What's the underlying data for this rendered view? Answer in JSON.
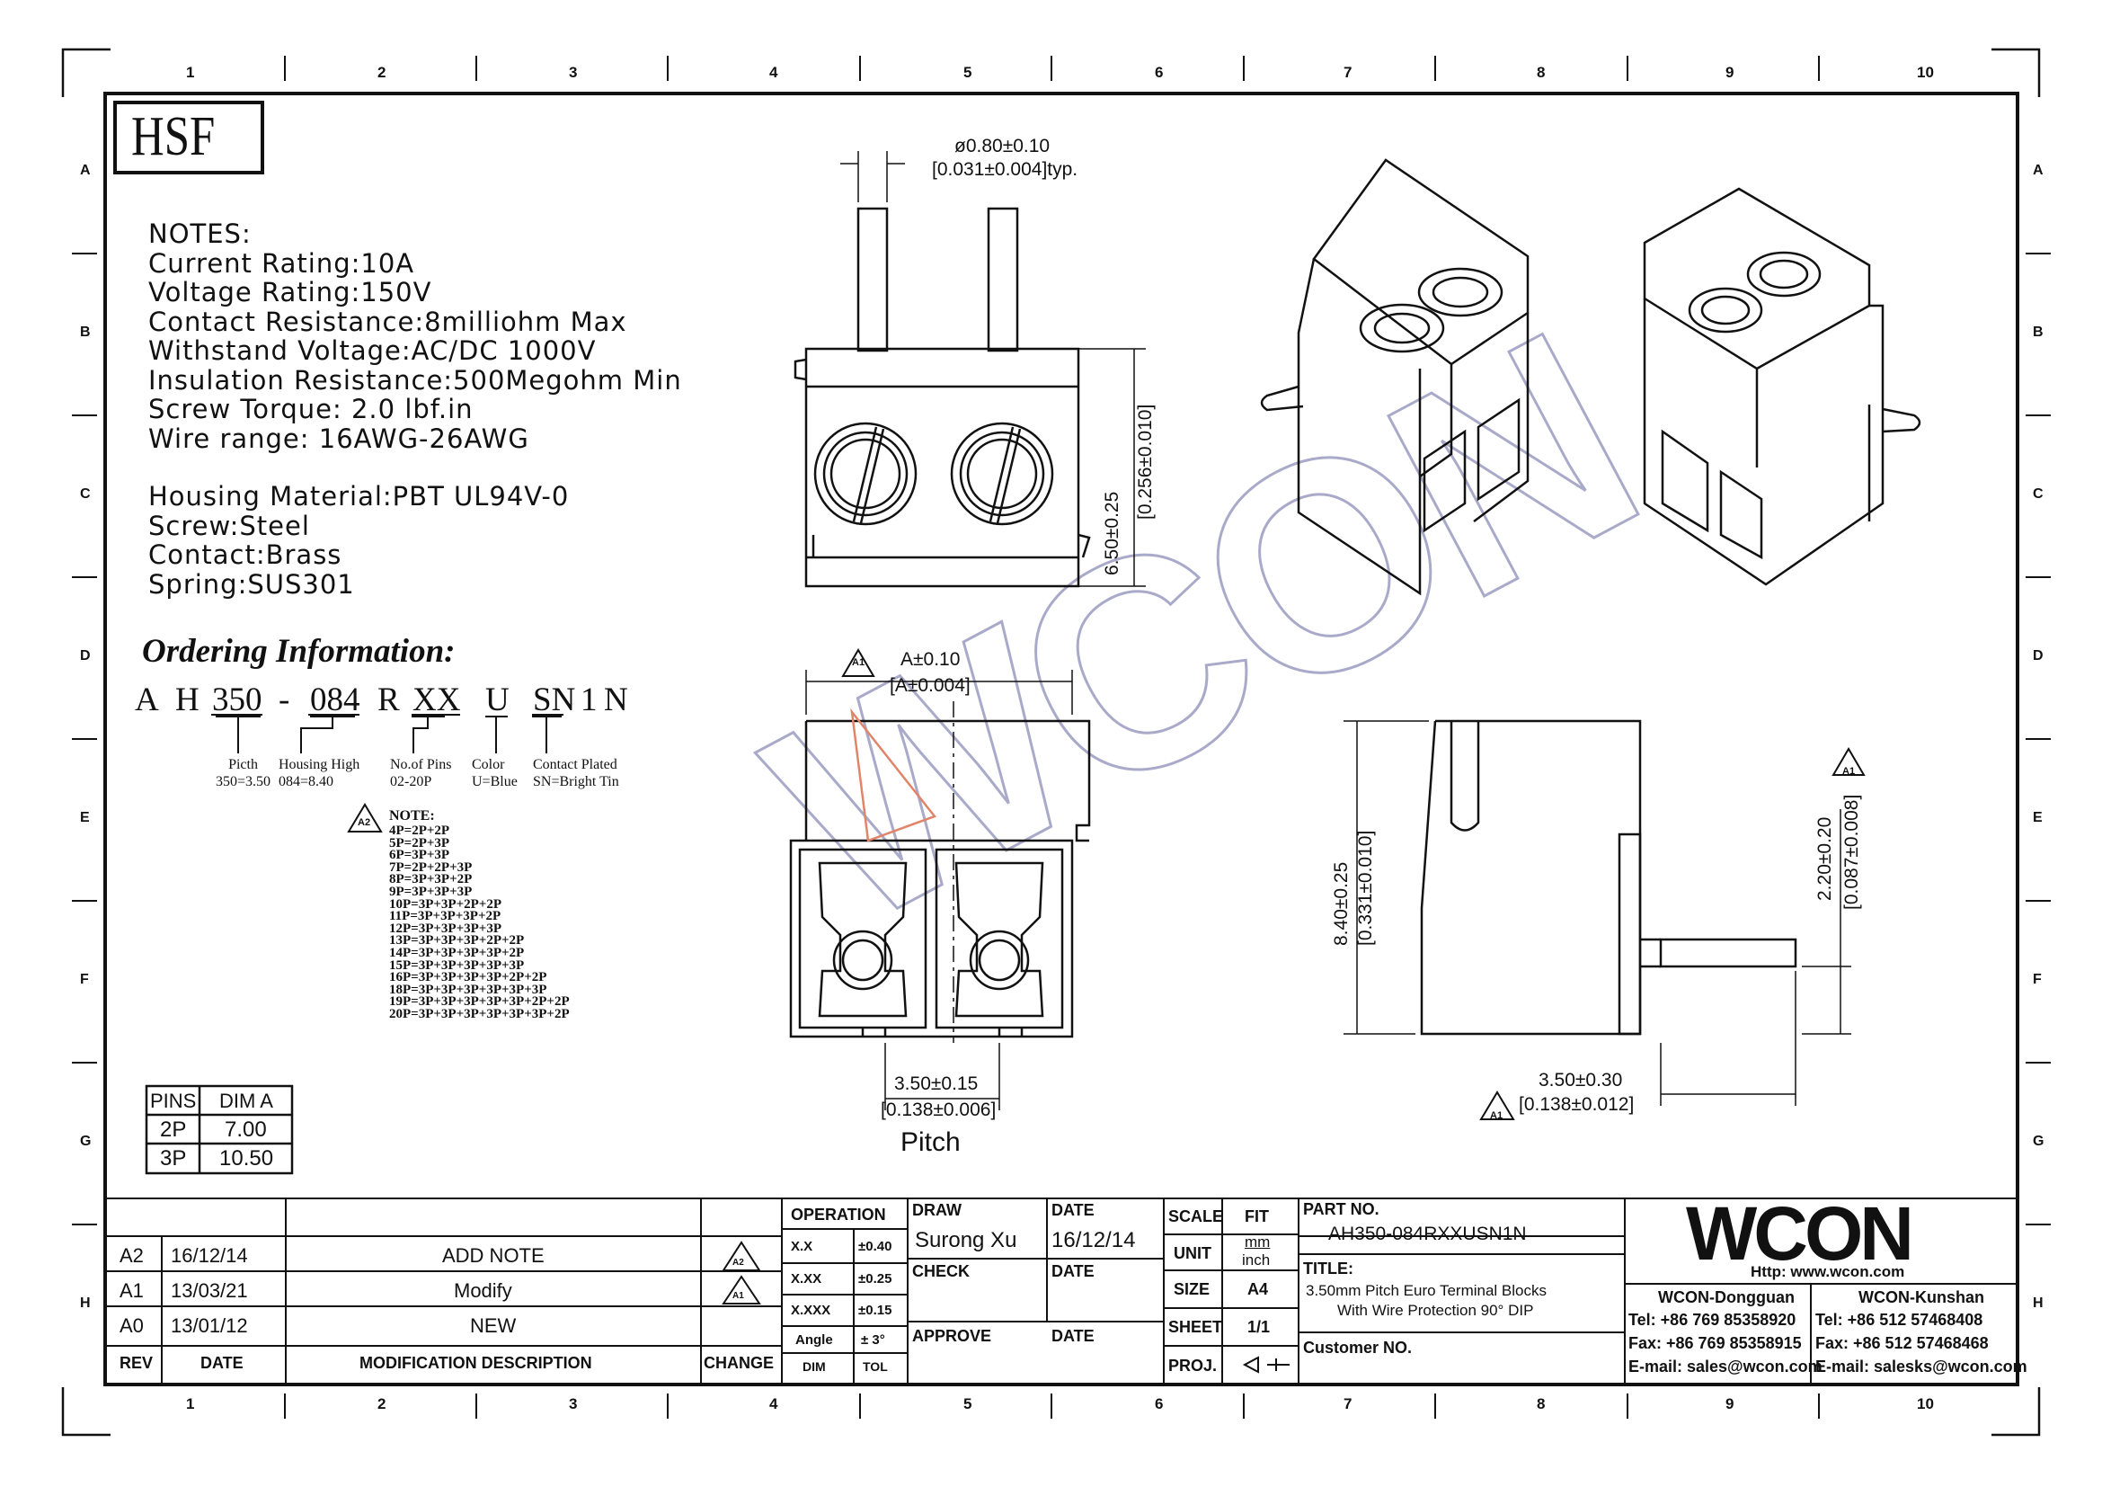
{
  "logo": "HSF",
  "grid": {
    "columns": [
      "1",
      "2",
      "3",
      "4",
      "5",
      "6",
      "7",
      "8",
      "9",
      "10"
    ],
    "rows": [
      "A",
      "B",
      "C",
      "D",
      "E",
      "F",
      "G",
      "H"
    ]
  },
  "notes": {
    "heading": "NOTES:",
    "lines": [
      "Current Rating:10A",
      "Voltage Rating:150V",
      "Contact Resistance:8milliohm Max",
      "Withstand Voltage:AC/DC 1000V",
      "Insulation Resistance:500Megohm Min",
      "Screw Torque: 2.0 lbf.in",
      "Wire range: 16AWG-26AWG"
    ],
    "materials": [
      "Housing Material:PBT UL94V-0",
      "Screw:Steel",
      "Contact:Brass",
      "Spring:SUS301"
    ]
  },
  "ordering": {
    "title": "Ordering Information:",
    "code": [
      "A",
      "H",
      "350",
      "-",
      "084",
      "R",
      "XX",
      "U",
      "SN",
      "1",
      "N"
    ],
    "legend": [
      {
        "label": "Picth",
        "value": "350=3.50"
      },
      {
        "label": "Housing High",
        "value": "084=8.40"
      },
      {
        "label": "No.of Pins",
        "value": "02-20P"
      },
      {
        "label": "Color",
        "value": "U=Blue"
      },
      {
        "label": "Contact Plated",
        "value": "SN=Bright Tin"
      }
    ],
    "note_rev": "A2",
    "note_title": "NOTE:",
    "pin_notes": [
      "4P=2P+2P",
      "5P=2P+3P",
      "6P=3P+3P",
      "7P=2P+2P+3P",
      "8P=3P+3P+2P",
      "9P=3P+3P+3P",
      "10P=3P+3P+2P+2P",
      "11P=3P+3P+3P+2P",
      "12P=3P+3P+3P+3P",
      "13P=3P+3P+3P+2P+2P",
      "14P=3P+3P+3P+3P+2P",
      "15P=3P+3P+3P+3P+3P",
      "16P=3P+3P+3P+3P+2P+2P",
      "18P=3P+3P+3P+3P+3P+3P",
      "19P=3P+3P+3P+3P+3P+2P+2P",
      "20P=3P+3P+3P+3P+3P+3P+2P"
    ]
  },
  "dim_table": {
    "headers": [
      "PINS",
      "DIM A"
    ],
    "rows": [
      [
        "2P",
        "7.00"
      ],
      [
        "3P",
        "10.50"
      ]
    ]
  },
  "dimensions": {
    "pin_dia": "ø0.80±0.10",
    "pin_dia_in": "[0.031±0.004]typ.",
    "height_top": "6.50±0.25",
    "height_top_in": "[0.256±0.010]",
    "width_a": "A±0.10",
    "width_a_in": "[A±0.004]",
    "pitch": "3.50±0.15",
    "pitch_in": "[0.138±0.006]",
    "pitch_label": "Pitch",
    "height_side": "8.40±0.25",
    "height_side_in": "[0.331±0.010]",
    "pin_len": "2.20±0.20",
    "pin_len_in": "[0.087±0.008]",
    "offset": "3.50±0.30",
    "offset_in": "[0.138±0.012]",
    "rev_mark": "A1"
  },
  "watermark": "WCON",
  "title_block": {
    "revisions": [
      {
        "rev": "A2",
        "date": "16/12/14",
        "desc": "ADD NOTE",
        "change": "A2"
      },
      {
        "rev": "A1",
        "date": "13/03/21",
        "desc": "Modify",
        "change": "A1"
      },
      {
        "rev": "A0",
        "date": "13/01/12",
        "desc": "NEW",
        "change": ""
      }
    ],
    "rev_header": "REV",
    "date_header": "DATE",
    "desc_header": "MODIFICATION DESCRIPTION",
    "change_header": "CHANGE",
    "operation": "OPERATION",
    "tolerances": [
      [
        "X.X",
        "±0.40"
      ],
      [
        "X.XX",
        "±0.25"
      ],
      [
        "X.XXX",
        "±0.15"
      ],
      [
        "Angle",
        "± 3°"
      ]
    ],
    "dim": "DIM",
    "tol": "TOL",
    "draw_label": "DRAW",
    "draw_value": "Surong Xu",
    "date_label": "DATE",
    "date_value": "16/12/14",
    "check_label": "CHECK",
    "check_date": "DATE",
    "approve_label": "APPROVE",
    "approve_date": "DATE",
    "scale_label": "SCALE",
    "scale_value": "FIT",
    "unit_label": "UNIT",
    "unit_mm": "mm",
    "unit_inch": "inch",
    "size_label": "SIZE",
    "size_value": "A4",
    "sheet_label": "SHEET",
    "sheet_value": "1/1",
    "proj_label": "PROJ.",
    "part_no_label": "PART NO.",
    "part_no": "AH350-084RXXUSN1N",
    "title_label": "TITLE:",
    "title_line1": "3.50mm Pitch Euro Terminal Blocks",
    "title_line2": "With Wire Protection 90° DIP",
    "customer_label": "Customer NO.",
    "company": "WCON",
    "website": "Http: www.wcon.com",
    "dongguan": {
      "name": "WCON-Dongguan",
      "tel": "Tel: +86 769 85358920",
      "fax": "Fax: +86 769 85358915",
      "email": "E-mail: sales@wcon.com"
    },
    "kunshan": {
      "name": "WCON-Kunshan",
      "tel": "Tel: +86 512 57468408",
      "fax": "Fax: +86 512 57468468",
      "email": "E-mail: salesks@wcon.com"
    }
  }
}
